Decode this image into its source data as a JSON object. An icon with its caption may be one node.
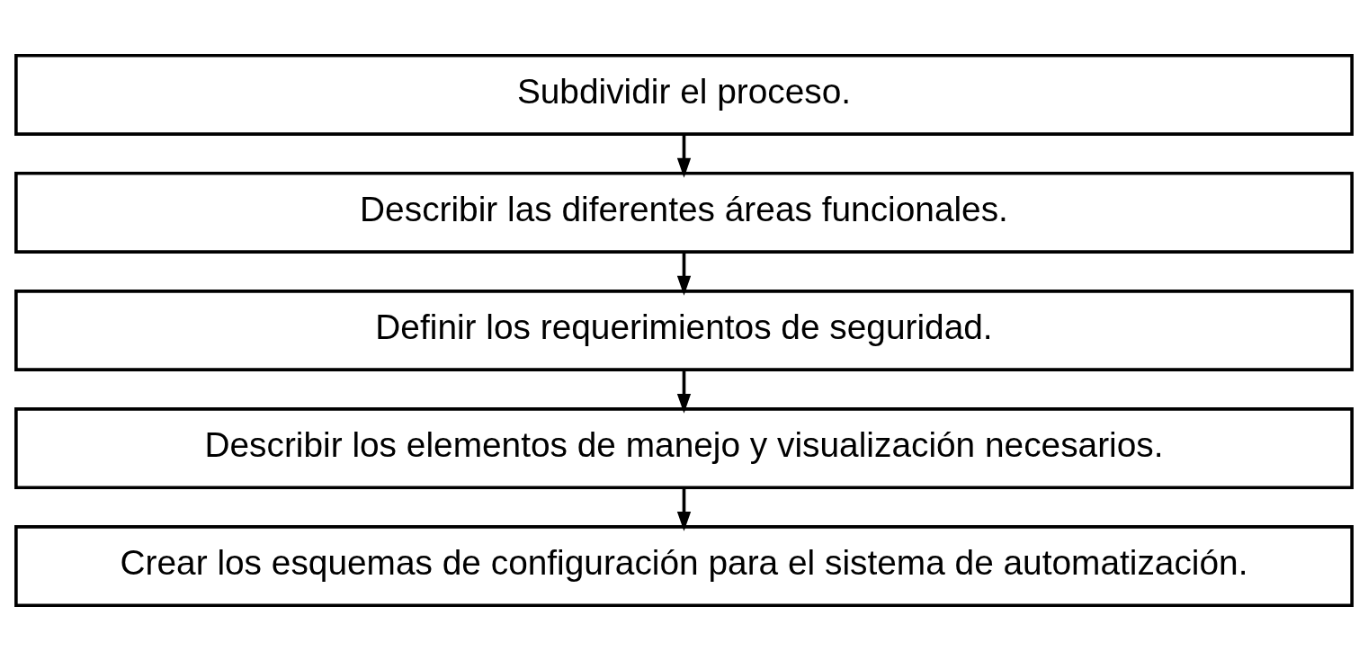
{
  "diagram": {
    "nodes": [
      {
        "text": [
          "Subdividir el proceso."
        ]
      },
      {
        "text": [
          "Describir las diferentes áreas funcionales."
        ]
      },
      {
        "text": [
          "Definir los requerimientos de seguridad."
        ]
      },
      {
        "text": [
          "Describir los elementos de manejo y visualización necesarios."
        ]
      },
      {
        "text": [
          "Crear los esquemas de configuración para el sistema de automatización."
        ]
      }
    ],
    "edges": [
      {
        "from": 0,
        "to": 1,
        "arrow": "to"
      },
      {
        "from": 1,
        "to": 2,
        "arrow": "to"
      },
      {
        "from": 2,
        "to": 3,
        "arrow": "to"
      },
      {
        "from": 3,
        "to": 4,
        "arrow": "to"
      }
    ]
  }
}
